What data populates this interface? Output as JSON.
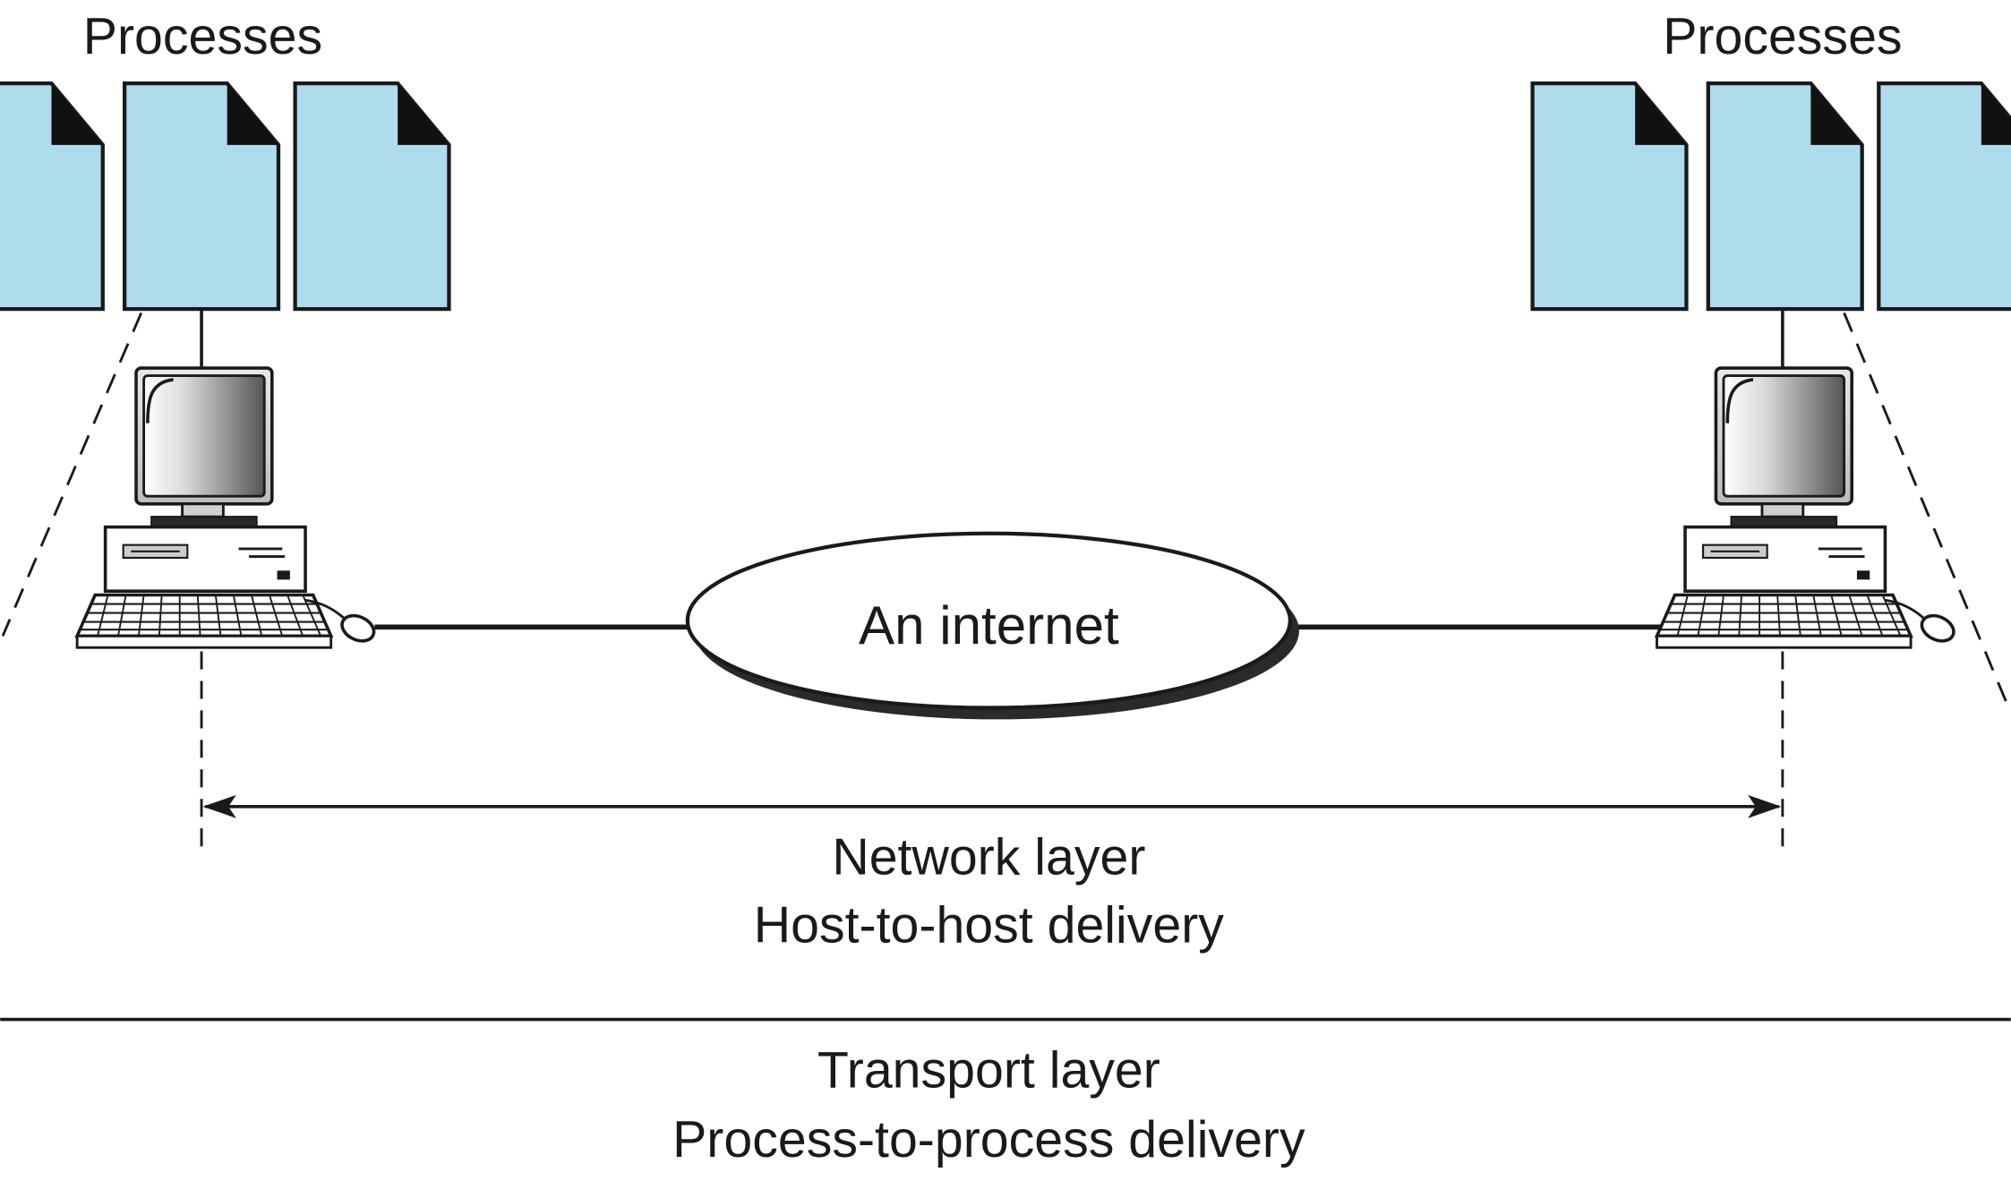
{
  "labels": {
    "processes_left": "Processes",
    "processes_right": "Processes",
    "cloud": "An internet",
    "network_layer": "Network layer",
    "host_delivery": "Host-to-host delivery",
    "transport_layer": "Transport layer",
    "process_delivery": "Process-to-process delivery"
  },
  "colors": {
    "process_fill": "#aedcec",
    "stroke": "#1a1a1a",
    "monitor_gradient_dark": "#555555",
    "monitor_gradient_light": "#ffffff"
  },
  "icons": [
    "process-document-icon",
    "computer-icon",
    "network-cloud-icon",
    "double-arrow-icon"
  ]
}
